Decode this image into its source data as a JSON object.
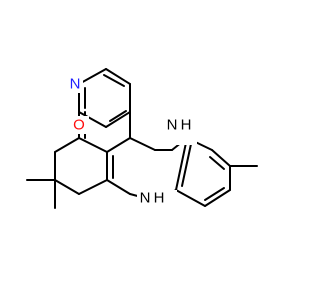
{
  "molecule": {
    "atoms": [
      {
        "id": "n_pyridine",
        "symbol": "N",
        "color": "#1f1fff"
      },
      {
        "id": "o_carbonyl",
        "symbol": "O",
        "color": "#ff0d0d"
      },
      {
        "id": "nh_top",
        "symbol": "N",
        "color": "#000000"
      },
      {
        "id": "h_top",
        "symbol": "H",
        "color": "#000000"
      },
      {
        "id": "nh_bottom",
        "symbol": "N",
        "color": "#000000"
      },
      {
        "id": "h_bottom",
        "symbol": "H",
        "color": "#000000"
      }
    ]
  }
}
